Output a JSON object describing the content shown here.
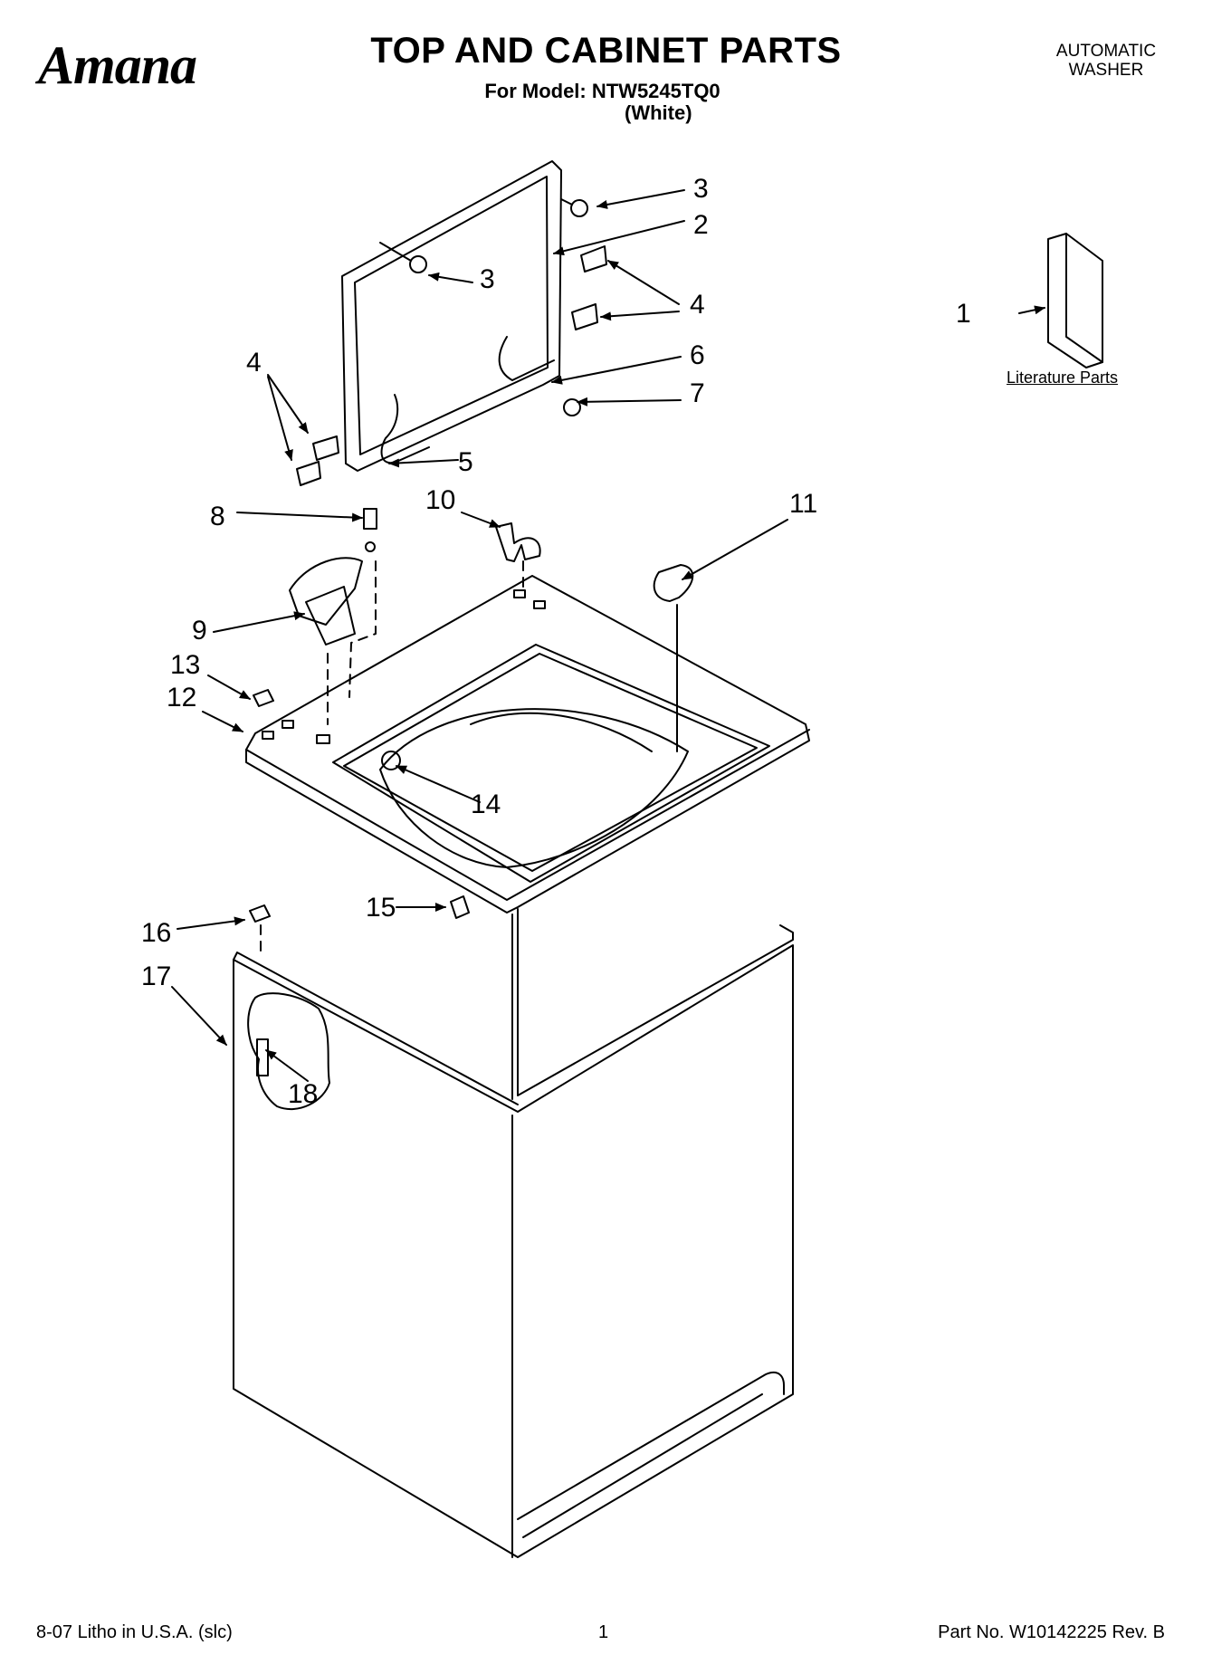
{
  "header": {
    "brand": "Amana",
    "title": "TOP AND CABINET PARTS",
    "model": "For Model: NTW5245TQ0",
    "color": "(White)",
    "product_type_line1": "AUTOMATIC",
    "product_type_line2": "WASHER"
  },
  "literature": {
    "label": "Literature Parts"
  },
  "callouts": {
    "c1": "1",
    "c2": "2",
    "c3a": "3",
    "c3b": "3",
    "c4a": "4",
    "c4b": "4",
    "c5": "5",
    "c6": "6",
    "c7": "7",
    "c8": "8",
    "c9": "9",
    "c10": "10",
    "c11": "11",
    "c12": "12",
    "c13": "13",
    "c14": "14",
    "c15": "15",
    "c16": "16",
    "c17": "17",
    "c18": "18"
  },
  "footer": {
    "print_info": "8-07 Litho in U.S.A. (slc)",
    "page": "1",
    "part_number": "Part No. W10142225 Rev. B"
  }
}
